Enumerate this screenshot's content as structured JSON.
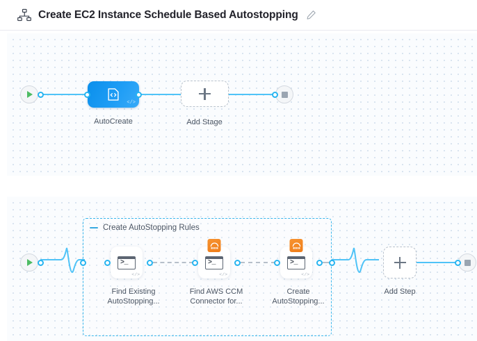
{
  "header": {
    "icon": "pipeline-hierarchy-icon",
    "title": "Create EC2 Instance Schedule Based Autostopping",
    "edit_icon": "pencil-edit-icon"
  },
  "colors": {
    "edge": "#4fc3f7",
    "port_ring": "#27b4f0",
    "group_border": "#38b6ec",
    "stage_node": "#1e9df5",
    "aws_badge": "#ef7d18",
    "start_play": "#4dbb63",
    "stop_square": "#9aa5b1",
    "canvas_bg": "#fafcfe",
    "canvas_dot": "#d9e4f0"
  },
  "stages_canvas": {
    "name": "pipeline-stages-canvas",
    "start_node": {
      "icon": "play-icon",
      "label": ""
    },
    "end_node": {
      "icon": "stop-icon",
      "label": ""
    },
    "nodes": [
      {
        "id": "stage-autocreate",
        "type": "stage",
        "label": "AutoCreate",
        "icon": "code-script-icon",
        "badge": "</>"
      }
    ],
    "add_stage": {
      "label": "Add Stage",
      "icon": "plus-icon"
    }
  },
  "steps_canvas": {
    "name": "pipeline-steps-canvas",
    "start_node": {
      "icon": "play-icon"
    },
    "end_node": {
      "icon": "stop-icon"
    },
    "group": {
      "title": "Create AutoStopping Rules",
      "collapse_icon": "minus-collapse-icon"
    },
    "steps": [
      {
        "id": "step-find-existing",
        "label": "Find Existing\nAutoStopping...",
        "icon": "shell-script-icon",
        "glyph": ">_",
        "badge": "</>",
        "aws_badge": false
      },
      {
        "id": "step-find-aws-ccm",
        "label": "Find AWS CCM\nConnector for...",
        "icon": "shell-script-icon",
        "glyph": ">_",
        "badge": "</>",
        "aws_badge": true,
        "aws_badge_icon": "aws-ccm-icon"
      },
      {
        "id": "step-create-autostopping",
        "label": "Create\nAutoStopping...",
        "icon": "shell-script-icon",
        "glyph": ">_",
        "badge": "</>",
        "aws_badge": true,
        "aws_badge_icon": "aws-ccm-icon"
      }
    ],
    "add_step": {
      "label": "Add Step",
      "icon": "plus-icon"
    }
  }
}
